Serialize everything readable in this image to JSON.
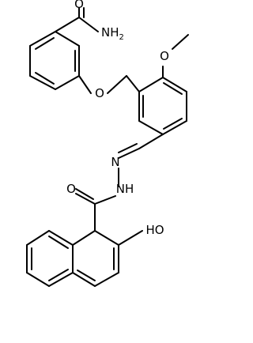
{
  "atom_labels": {
    "amide_O": "O",
    "amide_N": "NH",
    "amide_N_sub": "2",
    "ether_O": "O",
    "methoxy_O": "O",
    "hydrazone_N": "N",
    "hydrazide_NH": "NH",
    "carbonyl_O": "O",
    "hydroxyl": "HO"
  },
  "colors": {
    "bond": "#000000",
    "text": "#000000",
    "background": "#ffffff"
  }
}
